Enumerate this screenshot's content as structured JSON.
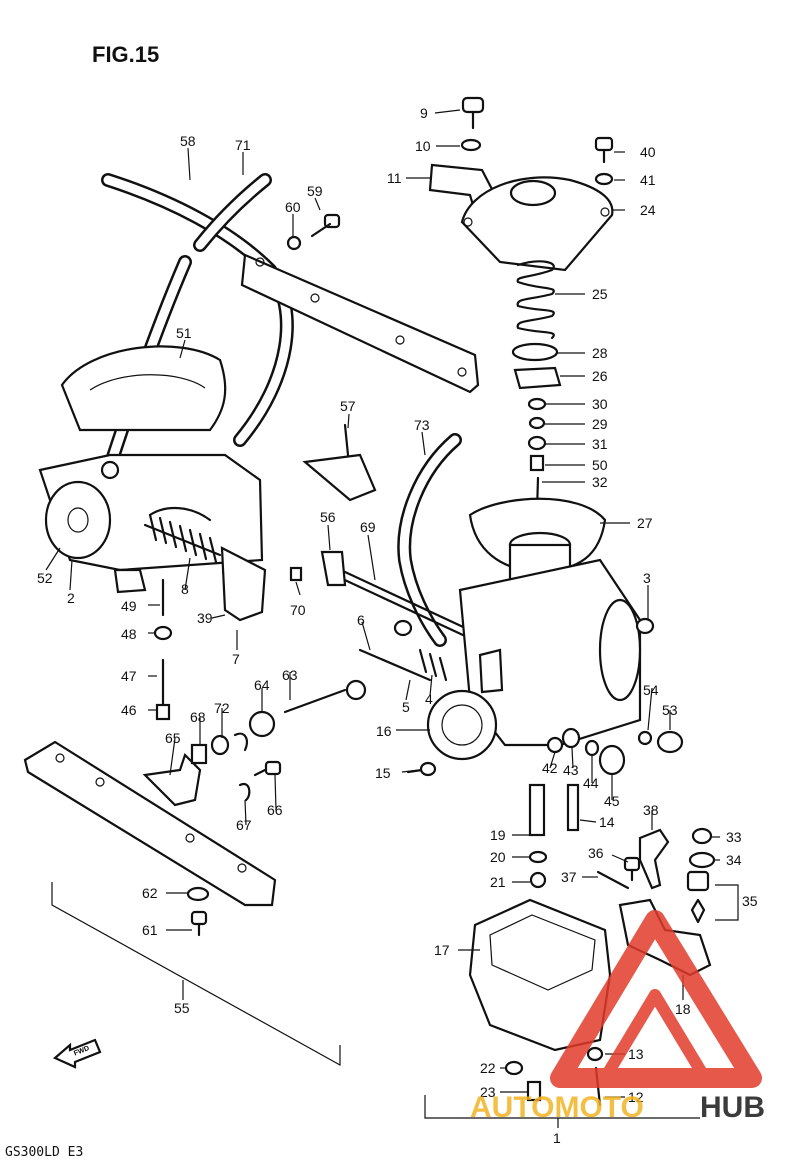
{
  "figure": {
    "title": "FIG.15",
    "footer_model": "GS300LD  E3",
    "fwd_arrow_label": "FWD",
    "watermark": {
      "text_left": "AUTOMOTO",
      "text_right": "HUB",
      "color_primary": "#e23b2b",
      "color_secondary": "#f2b324",
      "color_dark": "#1a1a1a"
    }
  },
  "callouts": [
    {
      "id": "c9",
      "text": "9"
    },
    {
      "id": "c10",
      "text": "10"
    },
    {
      "id": "c11",
      "text": "11"
    },
    {
      "id": "c40",
      "text": "40"
    },
    {
      "id": "c41",
      "text": "41"
    },
    {
      "id": "c24",
      "text": "24"
    },
    {
      "id": "c58",
      "text": "58"
    },
    {
      "id": "c71",
      "text": "71"
    },
    {
      "id": "c59",
      "text": "59"
    },
    {
      "id": "c60",
      "text": "60"
    },
    {
      "id": "c25",
      "text": "25"
    },
    {
      "id": "c28",
      "text": "28"
    },
    {
      "id": "c26",
      "text": "26"
    },
    {
      "id": "c30",
      "text": "30"
    },
    {
      "id": "c29",
      "text": "29"
    },
    {
      "id": "c31",
      "text": "31"
    },
    {
      "id": "c50",
      "text": "50"
    },
    {
      "id": "c32",
      "text": "32"
    },
    {
      "id": "c51",
      "text": "51"
    },
    {
      "id": "c57",
      "text": "57"
    },
    {
      "id": "c73",
      "text": "73"
    },
    {
      "id": "c27",
      "text": "27"
    },
    {
      "id": "c52",
      "text": "52"
    },
    {
      "id": "c2",
      "text": "2"
    },
    {
      "id": "c8",
      "text": "8"
    },
    {
      "id": "c56",
      "text": "56"
    },
    {
      "id": "c69",
      "text": "69"
    },
    {
      "id": "c3",
      "text": "3"
    },
    {
      "id": "c49",
      "text": "49"
    },
    {
      "id": "c39",
      "text": "39"
    },
    {
      "id": "c70",
      "text": "70"
    },
    {
      "id": "c48",
      "text": "48"
    },
    {
      "id": "c7",
      "text": "7"
    },
    {
      "id": "c6",
      "text": "6"
    },
    {
      "id": "c47",
      "text": "47"
    },
    {
      "id": "c63",
      "text": "63"
    },
    {
      "id": "c64",
      "text": "64"
    },
    {
      "id": "c5",
      "text": "5"
    },
    {
      "id": "c4",
      "text": "4"
    },
    {
      "id": "c54",
      "text": "54"
    },
    {
      "id": "c53",
      "text": "53"
    },
    {
      "id": "c46",
      "text": "46"
    },
    {
      "id": "c68",
      "text": "68"
    },
    {
      "id": "c72",
      "text": "72"
    },
    {
      "id": "c16",
      "text": "16"
    },
    {
      "id": "c65",
      "text": "65"
    },
    {
      "id": "c42",
      "text": "42"
    },
    {
      "id": "c43",
      "text": "43"
    },
    {
      "id": "c44",
      "text": "44"
    },
    {
      "id": "c15",
      "text": "15"
    },
    {
      "id": "c45",
      "text": "45"
    },
    {
      "id": "c66",
      "text": "66"
    },
    {
      "id": "c67",
      "text": "67"
    },
    {
      "id": "c38",
      "text": "38"
    },
    {
      "id": "c19",
      "text": "19"
    },
    {
      "id": "c14",
      "text": "14"
    },
    {
      "id": "c33",
      "text": "33"
    },
    {
      "id": "c36",
      "text": "36"
    },
    {
      "id": "c34",
      "text": "34"
    },
    {
      "id": "c20",
      "text": "20"
    },
    {
      "id": "c21",
      "text": "21"
    },
    {
      "id": "c37",
      "text": "37"
    },
    {
      "id": "c35",
      "text": "35"
    },
    {
      "id": "c62",
      "text": "62"
    },
    {
      "id": "c61",
      "text": "61"
    },
    {
      "id": "c17",
      "text": "17"
    },
    {
      "id": "c55",
      "text": "55"
    },
    {
      "id": "c18",
      "text": "18"
    },
    {
      "id": "c22",
      "text": "22"
    },
    {
      "id": "c13",
      "text": "13"
    },
    {
      "id": "c23",
      "text": "23"
    },
    {
      "id": "c12",
      "text": "12"
    },
    {
      "id": "c1",
      "text": "1"
    }
  ]
}
